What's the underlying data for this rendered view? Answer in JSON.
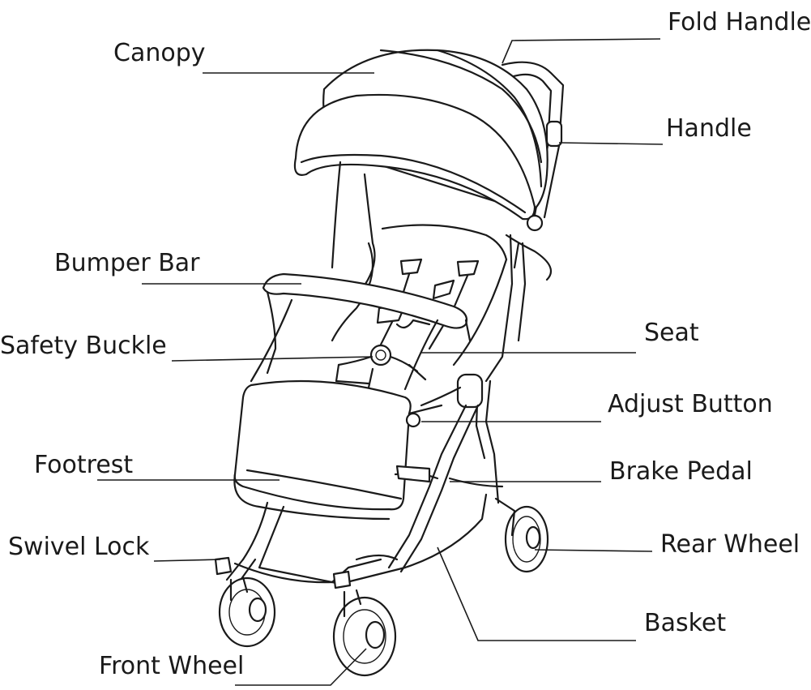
{
  "labels": {
    "fold_handle": "Fold Handle",
    "canopy": "Canopy",
    "handle": "Handle",
    "bumper_bar": "Bumper Bar",
    "seat": "Seat",
    "safety_buckle": "Safety Buckle",
    "adjust_button": "Adjust Button",
    "footrest": "Footrest",
    "brake_pedal": "Brake Pedal",
    "swivel_lock": "Swivel Lock",
    "rear_wheel": "Rear Wheel",
    "basket": "Basket",
    "front_wheel": "Front Wheel"
  },
  "colors": {
    "ink": "#1a1a1a",
    "background": "#ffffff"
  }
}
